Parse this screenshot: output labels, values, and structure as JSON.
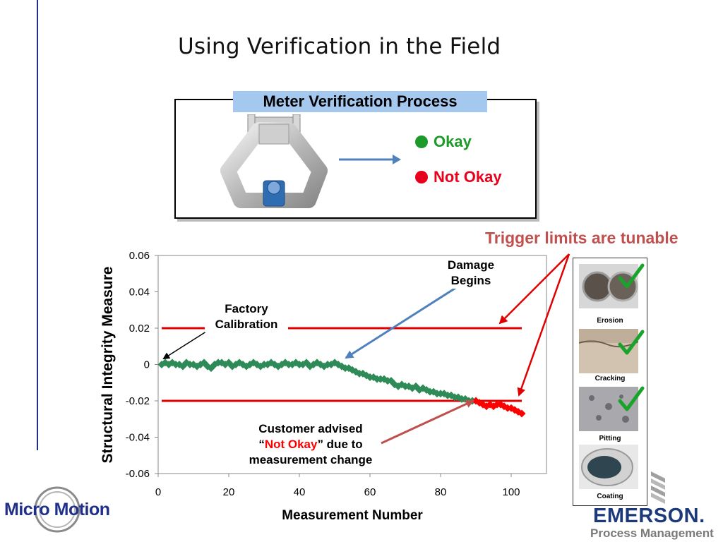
{
  "slide": {
    "title": "Using Verification in the Field"
  },
  "process": {
    "title": "Meter Verification Process",
    "okay_label": "Okay",
    "not_okay_label": "Not Okay",
    "okay_color": "#1e9a2a",
    "not_okay_color": "#e8001c"
  },
  "callouts": {
    "factory_line1": "Factory",
    "factory_line2": "Calibration",
    "damage_line1": "Damage",
    "damage_line2": "Begins",
    "customer_line1": "Customer advised",
    "customer_open": "“",
    "customer_red": "Not Okay",
    "customer_after": "” due to",
    "customer_line3": "measurement change",
    "trigger": "Trigger limits are tunable"
  },
  "gallery": {
    "items": [
      {
        "label": "Erosion"
      },
      {
        "label": "Cracking"
      },
      {
        "label": "Pitting"
      },
      {
        "label": "Coating"
      }
    ],
    "check_color": "#1aa32a"
  },
  "logos": {
    "left": "Micro Motion",
    "right_brand": "EMERSON.",
    "right_sub": "Process Management"
  },
  "chart_data": {
    "type": "scatter",
    "xlabel": "Measurement Number",
    "ylabel": "Structural Integrity Measure",
    "xlim": [
      0,
      110
    ],
    "ylim": [
      -0.06,
      0.06
    ],
    "xticks": [
      0,
      20,
      40,
      60,
      80,
      100
    ],
    "yticks": [
      0.06,
      0.04,
      0.02,
      0,
      -0.02,
      -0.04,
      -0.06
    ],
    "ytick_labels": [
      "0.06",
      "0.04",
      "0.02",
      "0",
      "-0.02",
      "-0.04",
      "-0.06"
    ],
    "grid": false,
    "trigger_limits": {
      "upper": 0.02,
      "lower": -0.02,
      "x_range": [
        1,
        103
      ],
      "color": "#e00000"
    },
    "colors": {
      "ok": "#2e8b57",
      "not_ok": "#ff0000"
    },
    "series": [
      {
        "values": [
          [
            1,
            0.0
          ],
          [
            2,
            0.001
          ],
          [
            3,
            0.0
          ],
          [
            4,
            0.001
          ],
          [
            5,
            0.0
          ],
          [
            6,
            0.0
          ],
          [
            7,
            -0.001
          ],
          [
            8,
            0.001
          ],
          [
            9,
            0.0
          ],
          [
            10,
            0.0
          ],
          [
            11,
            -0.001
          ],
          [
            12,
            0.0
          ],
          [
            13,
            0.001
          ],
          [
            14,
            -0.001
          ],
          [
            15,
            -0.002
          ],
          [
            16,
            0.0
          ],
          [
            17,
            0.001
          ],
          [
            18,
            0.001
          ],
          [
            19,
            0.0
          ],
          [
            20,
            0.001
          ],
          [
            21,
            -0.001
          ],
          [
            22,
            0.0
          ],
          [
            23,
            0.001
          ],
          [
            24,
            0.0
          ],
          [
            25,
            -0.001
          ],
          [
            26,
            0.0
          ],
          [
            27,
            0.001
          ],
          [
            28,
            0.0
          ],
          [
            29,
            -0.001
          ],
          [
            30,
            0.0
          ],
          [
            31,
            0.0
          ],
          [
            32,
            0.001
          ],
          [
            33,
            0.0
          ],
          [
            34,
            -0.001
          ],
          [
            35,
            0.0
          ],
          [
            36,
            0.001
          ],
          [
            37,
            0.0
          ],
          [
            38,
            0.0
          ],
          [
            39,
            0.001
          ],
          [
            40,
            0.0
          ],
          [
            41,
            0.0
          ],
          [
            42,
            0.001
          ],
          [
            43,
            -0.001
          ],
          [
            44,
            0.0
          ],
          [
            45,
            0.001
          ],
          [
            46,
            0.0
          ],
          [
            47,
            -0.001
          ],
          [
            48,
            0.0
          ],
          [
            49,
            0.0
          ],
          [
            50,
            0.001
          ],
          [
            51,
            0.0
          ],
          [
            52,
            -0.001
          ],
          [
            53,
            -0.002
          ],
          [
            54,
            -0.002
          ],
          [
            55,
            -0.003
          ],
          [
            56,
            -0.004
          ],
          [
            57,
            -0.005
          ],
          [
            58,
            -0.005
          ],
          [
            59,
            -0.006
          ],
          [
            60,
            -0.007
          ],
          [
            61,
            -0.007
          ],
          [
            62,
            -0.008
          ],
          [
            63,
            -0.008
          ],
          [
            64,
            -0.008
          ],
          [
            65,
            -0.009
          ],
          [
            66,
            -0.009
          ],
          [
            67,
            -0.011
          ],
          [
            68,
            -0.012
          ],
          [
            69,
            -0.011
          ],
          [
            70,
            -0.012
          ],
          [
            71,
            -0.012
          ],
          [
            72,
            -0.013
          ],
          [
            73,
            -0.012
          ],
          [
            74,
            -0.014
          ],
          [
            75,
            -0.013
          ],
          [
            76,
            -0.014
          ],
          [
            77,
            -0.015
          ],
          [
            78,
            -0.015
          ],
          [
            79,
            -0.016
          ],
          [
            80,
            -0.016
          ],
          [
            81,
            -0.016
          ],
          [
            82,
            -0.017
          ],
          [
            83,
            -0.017
          ],
          [
            84,
            -0.018
          ],
          [
            85,
            -0.018
          ],
          [
            86,
            -0.019
          ],
          [
            87,
            -0.019
          ],
          [
            88,
            -0.02
          ],
          [
            89,
            -0.02
          ]
        ],
        "color": "#2e8b57"
      },
      {
        "values": [
          [
            90,
            -0.02
          ],
          [
            91,
            -0.021
          ],
          [
            92,
            -0.022
          ],
          [
            93,
            -0.023
          ],
          [
            94,
            -0.022
          ],
          [
            95,
            -0.023
          ],
          [
            96,
            -0.022
          ],
          [
            97,
            -0.022
          ],
          [
            98,
            -0.023
          ],
          [
            99,
            -0.024
          ],
          [
            100,
            -0.024
          ],
          [
            101,
            -0.025
          ],
          [
            102,
            -0.026
          ],
          [
            103,
            -0.027
          ]
        ],
        "color": "#ff0000"
      }
    ]
  }
}
